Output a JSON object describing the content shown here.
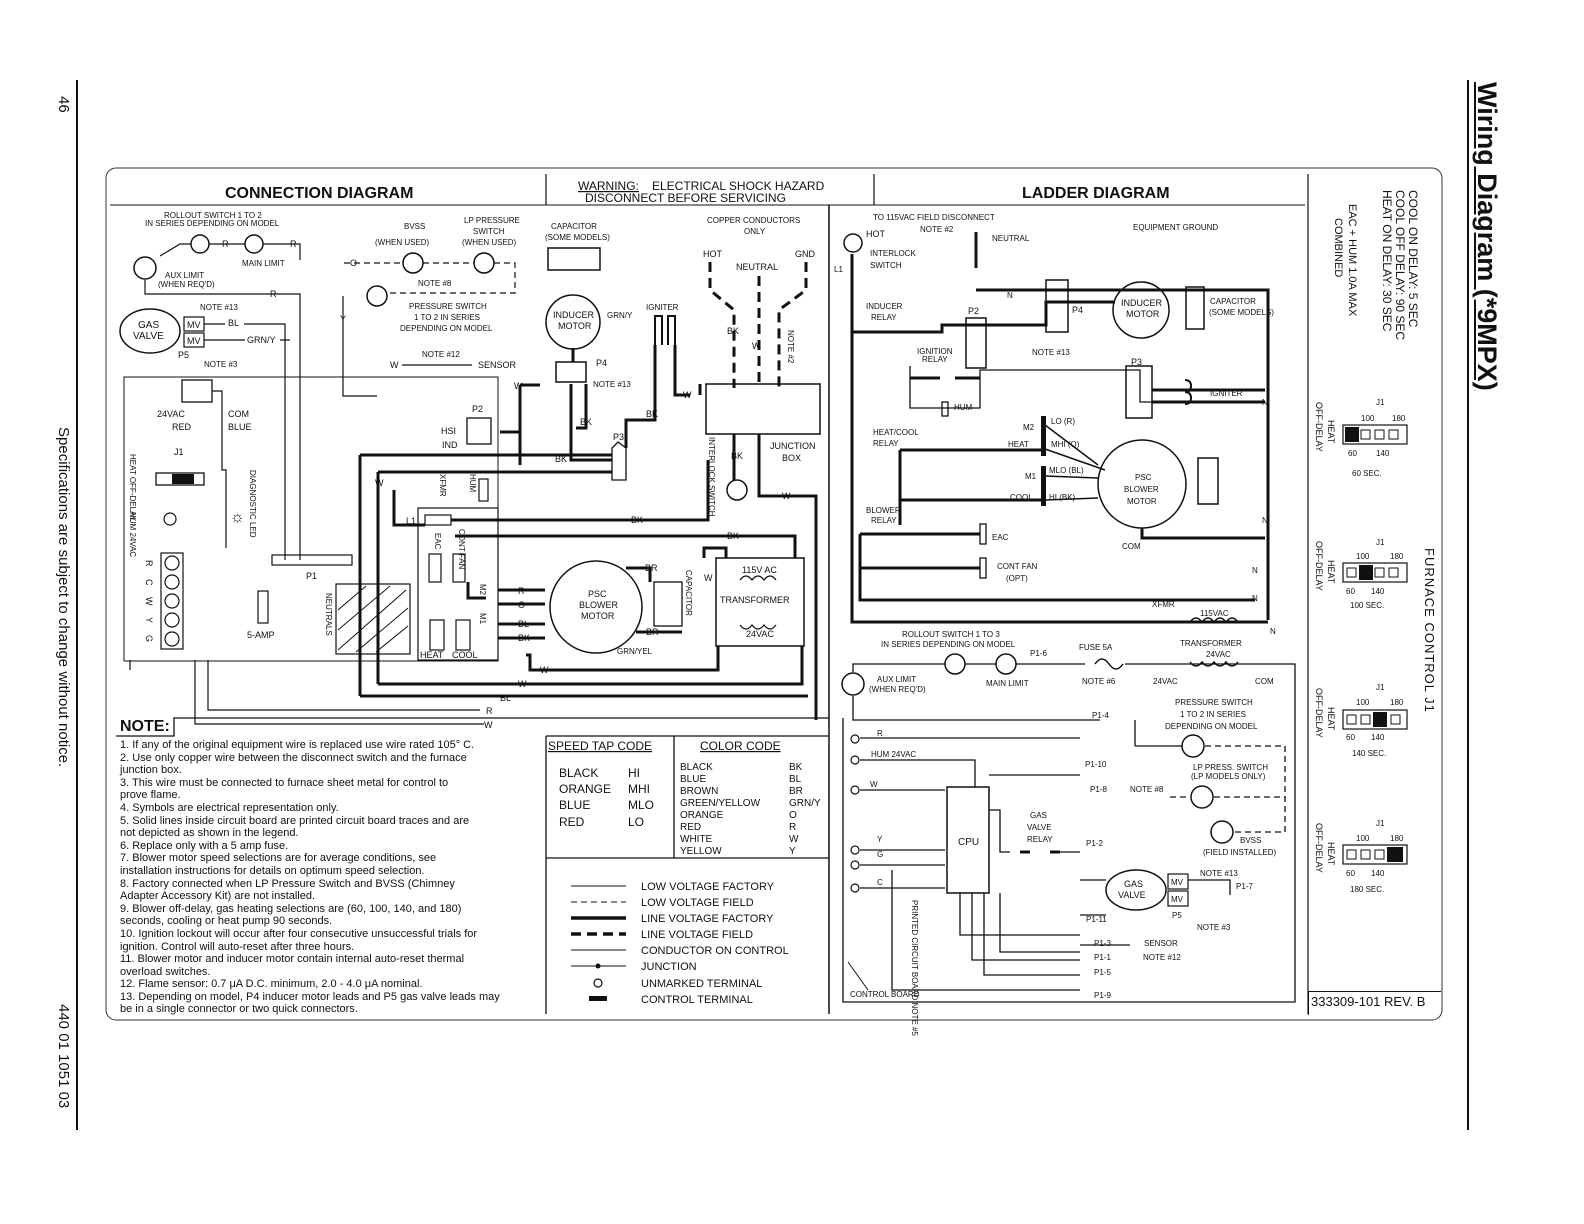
{
  "page": {
    "title": "Wiring Diagram (*9MPX)",
    "page_number": "46",
    "footer_text": "Specifications are subject to change without notice.",
    "doc_number": "440 01 1051 03",
    "rev": "333309-101 REV. B"
  },
  "timing": {
    "cool_on": "COOL ON DELAY: 5 SEC",
    "cool_off": "COOL OFF DELAY: 90 SEC",
    "heat_on": "HEAT ON DELAY: 30 SEC",
    "eac_hum": "EAC + HUM 1.0A MAX",
    "combined": "COMBINED"
  },
  "furnace_control": {
    "title": "FURNACE CONTROL J1",
    "settings": [
      {
        "j1": "J1",
        "heat": "HEAT",
        "offdelay": "OFF-DELAY",
        "t100": "100",
        "t180": "180",
        "t60": "60",
        "t140": "140",
        "sec": "60 SEC.",
        "selected": 0
      },
      {
        "j1": "J1",
        "heat": "HEAT",
        "offdelay": "OFF-DELAY",
        "t100": "100",
        "t180": "180",
        "t60": "60",
        "t140": "140",
        "sec": "100 SEC.",
        "selected": 1
      },
      {
        "j1": "J1",
        "heat": "HEAT",
        "offdelay": "OFF-DELAY",
        "t100": "100",
        "t180": "180",
        "t60": "60",
        "t140": "140",
        "sec": "140 SEC.",
        "selected": 2
      },
      {
        "j1": "J1",
        "heat": "HEAT",
        "offdelay": "OFF-DELAY",
        "t100": "100",
        "t180": "180",
        "t60": "60",
        "t140": "140",
        "sec": "180 SEC.",
        "selected": 3
      }
    ]
  },
  "connection": {
    "title": "CONNECTION DIAGRAM",
    "warning_label": "WARNING:",
    "warning1": "ELECTRICAL SHOCK HAZARD",
    "warning2": "DISCONNECT BEFORE SERVICING",
    "rollout1": "ROLLOUT SWITCH 1 TO 2",
    "rollout2": "IN SERIES DEPENDING ON MODEL",
    "bvss": "BVSS",
    "when_used": "(WHEN USED)",
    "lp1": "LP PRESSURE",
    "lp2": "SWITCH",
    "lp3": "(WHEN USED)",
    "capacitor": "CAPACITOR",
    "some_models": "(SOME MODELS)",
    "copper1": "COPPER CONDUCTORS",
    "copper2": "ONLY",
    "main_limit": "MAIN LIMIT",
    "aux_limit": "AUX LIMIT",
    "when_reqd": "(WHEN REQ'D)",
    "note8": "NOTE #8",
    "press1": "PRESSURE SWITCH",
    "press2": "1 TO 2 IN SERIES",
    "press3": "DEPENDING ON MODEL",
    "inducer_motor": "INDUCER MOTOR",
    "igniter": "IGNITER",
    "hot": "HOT",
    "neutral": "NEUTRAL",
    "gnd": "GND",
    "note2": "NOTE #2",
    "gas": "GAS",
    "valve": "VALVE",
    "mv": "MV",
    "note13": "NOTE #13",
    "note3": "NOTE #3",
    "note12": "NOTE #12",
    "sensor": "SENSOR",
    "p4": "P4",
    "p5": "P5",
    "bl": "BL",
    "grn_y": "GRN/Y",
    "grn_yel": "GRN/YEL",
    "vac24": "24VAC",
    "red": "RED",
    "com": "COM",
    "blue": "BLUE",
    "hsi": "HSI",
    "ind": "IND",
    "p2": "P2",
    "p3": "P3",
    "j1": "J1",
    "heat_offdelay": "HEAT OFF-DELAY",
    "hum_24vac": "HUM 24VAC",
    "diag_led": "DIAGNOSTIC LED",
    "xfmr": "XFMR",
    "hum": "HUM",
    "l1": "L1",
    "eac": "EAC",
    "cont_fan": "CONT FAN",
    "p1": "P1",
    "amp5": "5-AMP",
    "neutrals": "NEUTRALS",
    "heat": "HEAT",
    "cool": "COOL",
    "m2": "M2",
    "m1": "M1",
    "psc": "PSC",
    "blower": "BLOWER",
    "motor": "MOTOR",
    "vac115": "115V AC",
    "transformer": "TRANSFORMER",
    "junction_box": "JUNCTION BOX",
    "interlock_switch": "INTERLOCK SWITCH",
    "terminals": [
      "R",
      "C",
      "W",
      "Y",
      "G"
    ],
    "wire_labels": [
      "W",
      "BK",
      "R",
      "BL",
      "O",
      "BR",
      "Y",
      "L"
    ]
  },
  "notes": {
    "title": "NOTE:",
    "items": [
      "1.  If any of the original equipment wire is replaced use wire rated 105° C.",
      "2.  Use only copper wire between the disconnect switch and the furnace",
      "     junction box.",
      "3.  This wire must be connected to furnace sheet metal for control to",
      "     prove flame.",
      "4.  Symbols are electrical representation only.",
      "5.  Solid lines inside circuit board are printed circuit board traces and are",
      "     not depicted as shown in the legend.",
      "6.  Replace only with a 5 amp fuse.",
      "7.  Blower motor speed selections are for average conditions, see",
      "     installation instructions for details on optimum speed selection.",
      "8.  Factory connected when LP Pressure Switch and BVSS (Chimney",
      "     Adapter Accessory Kit) are not installed.",
      "9.  Blower off-delay, gas heating selections are (60, 100, 140, and 180)",
      "     seconds, cooling or heat pump 90 seconds.",
      "10. Ignition lockout will occur after four consecutive unsuccessful trials for",
      "     ignition.  Control will auto-reset after three hours.",
      "11. Blower motor and inducer motor contain internal auto-reset thermal",
      "     overload switches.",
      "12. Flame sensor: 0.7 μA D.C. minimum, 2.0 - 4.0 μA nominal.",
      "13. Depending on model, P4 inducer motor leads and P5 gas valve leads may",
      "     be in a single connector or two quick connectors."
    ]
  },
  "speed_tap": {
    "title": "SPEED TAP CODE",
    "rows": [
      [
        "BLACK",
        "HI"
      ],
      [
        "ORANGE",
        "MHI"
      ],
      [
        "BLUE",
        "MLO"
      ],
      [
        "RED",
        "LO"
      ]
    ]
  },
  "color_code": {
    "title": "COLOR CODE",
    "rows": [
      [
        "BLACK",
        "BK"
      ],
      [
        "BLUE",
        "BL"
      ],
      [
        "BROWN",
        "BR"
      ],
      [
        "GREEN/YELLOW",
        "GRN/Y"
      ],
      [
        "ORANGE",
        "O"
      ],
      [
        "RED",
        "R"
      ],
      [
        "WHITE",
        "W"
      ],
      [
        "YELLOW",
        "Y"
      ]
    ]
  },
  "legend": {
    "items": [
      "LOW VOLTAGE FACTORY",
      "LOW VOLTAGE FIELD",
      "LINE VOLTAGE FACTORY",
      "LINE VOLTAGE FIELD",
      "CONDUCTOR ON CONTROL",
      "JUNCTION",
      "UNMARKED TERMINAL",
      "CONTROL TERMINAL"
    ]
  },
  "ladder": {
    "title": "LADDER DIAGRAM",
    "to115": "TO 115VAC FIELD DISCONNECT",
    "note2": "NOTE #2",
    "hot": "HOT",
    "neutral": "NEUTRAL",
    "equipment_ground": "EQUIPMENT GROUND",
    "interlock": "INTERLOCK",
    "switch": "SWITCH",
    "l1": "L1",
    "inducer": "INDUCER",
    "relay": "RELAY",
    "p2": "P2",
    "p4": "P4",
    "p3": "P3",
    "inducer_motor1": "INDUCER",
    "inducer_motor2": "MOTOR",
    "capacitor": "CAPACITOR",
    "some_models": "(SOME MODELS)",
    "ignition": "IGNITION",
    "ign_relay": "RELAY",
    "note13": "NOTE #13",
    "hum": "HUM",
    "igniter": "IGNITER",
    "heat_cool": "HEAT/COOL",
    "heat_cool_relay": "RELAY",
    "m2": "M2",
    "m1": "M1",
    "heat": "HEAT",
    "cool": "COOL",
    "lo_r": "LO (R)",
    "mhi_o": "MHI (O)",
    "mlo_bl": "MLO (BL)",
    "hi_bk": "HI (BK)",
    "psc": "PSC",
    "blower": "BLOWER",
    "motor": "MOTOR",
    "com": "COM",
    "blower_relay": "BLOWER",
    "blower_relay2": "RELAY",
    "eac": "EAC",
    "cont_fan": "CONT FAN",
    "opt": "(OPT)",
    "xfmr": "XFMR",
    "vac115": "115VAC",
    "transformer": "TRANSFORMER",
    "vac24": "24VAC",
    "rollout1": "ROLLOUT SWITCH 1 TO 3",
    "rollout2": "IN SERIES DEPENDING ON MODEL",
    "fuse": "FUSE 5A",
    "note6": "NOTE #6",
    "aux_limit": "AUX LIMIT",
    "when_reqd": "(WHEN REQ'D)",
    "main_limit": "MAIN LIMIT",
    "press1": "PRESSURE SWITCH",
    "press2": "1 TO 2 IN SERIES",
    "press3": "DEPENDING ON MODEL",
    "lp1": "LP PRESS. SWITCH",
    "lp2": "(LP MODELS ONLY)",
    "note8": "NOTE #8",
    "bvss": "BVSS",
    "field_installed": "(FIELD INSTALLED)",
    "hum24": "HUM  24VAC",
    "cpu": "CPU",
    "gas_valve_relay": [
      "GAS",
      "VALVE",
      "RELAY"
    ],
    "gas": "GAS",
    "valve": "VALVE",
    "mv": "MV",
    "note3": "NOTE #3",
    "sensor": "SENSOR",
    "note12": "NOTE #12",
    "p5": "P5",
    "printed": "PRINTED CIRCUIT BOARD NOTE #5",
    "control_board": "CONTROL BOARD",
    "pins": [
      "P1-4",
      "P1-6",
      "P1-10",
      "P1-8",
      "P1-2",
      "P1-7",
      "P1-11",
      "P1-3",
      "P1-1",
      "P1-5",
      "P1-9"
    ],
    "terms": [
      "R",
      "W",
      "Y",
      "G",
      "C",
      "N"
    ]
  }
}
